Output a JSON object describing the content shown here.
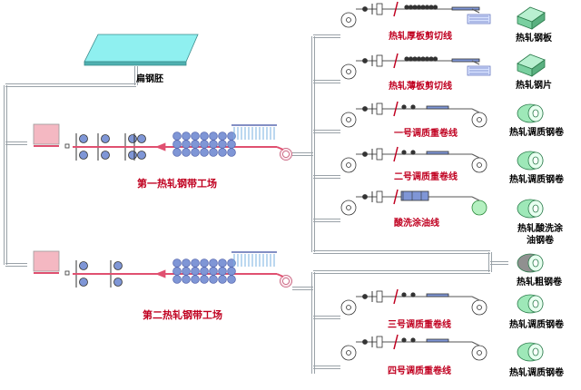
{
  "slab": {
    "label": "扁钢胚"
  },
  "plants": [
    {
      "name": "第一热轧钢带工场"
    },
    {
      "name": "第二热轧钢带工场"
    }
  ],
  "lines": [
    {
      "name": "热轧厚板剪切线",
      "product": "热轧钢板"
    },
    {
      "name": "热轧薄板剪切线",
      "product": "热轧钢片"
    },
    {
      "name": "一号调质重卷线",
      "product": "热轧调质钢卷"
    },
    {
      "name": "二号调质重卷线",
      "product": "热轧调质钢卷"
    },
    {
      "name": "酸洗涂油线",
      "product": "热轧酸洗涂油钢卷"
    },
    {
      "name": "",
      "product": "热轧粗钢卷"
    },
    {
      "name": "三号调质重卷线",
      "product": "热轧调质钢卷"
    },
    {
      "name": "四号调质重卷线",
      "product": "热轧调质钢卷"
    }
  ],
  "colors": {
    "flow_line": "#9aa2a8",
    "strip": "#e05070",
    "roll": "#7f96d6",
    "label_red": "#c00020",
    "slab": "#8ff0f0"
  }
}
